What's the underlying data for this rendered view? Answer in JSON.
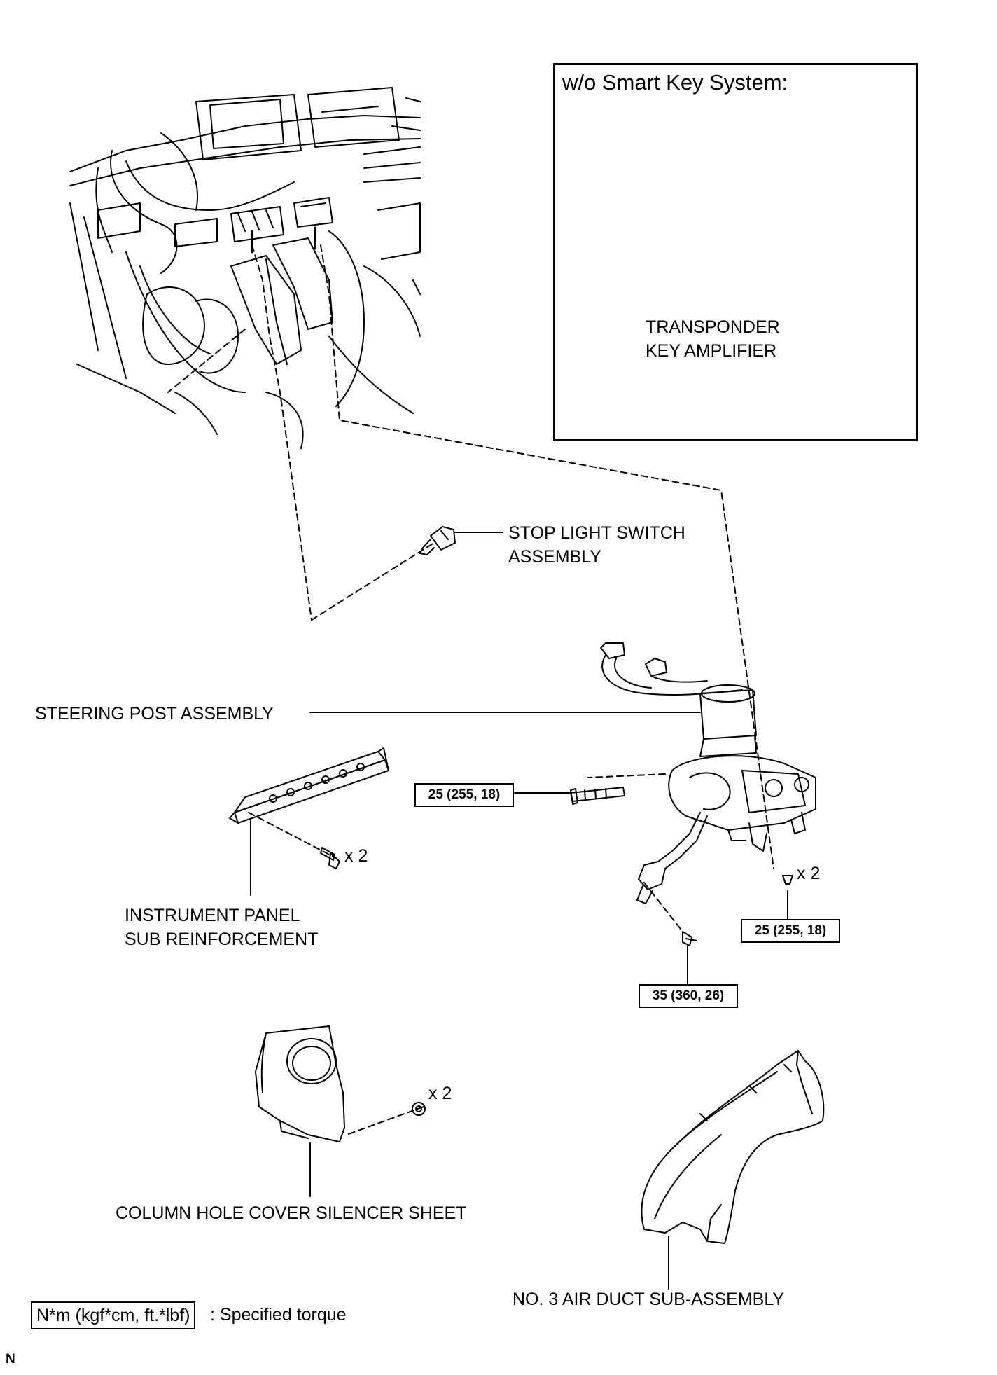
{
  "inset": {
    "title": "w/o Smart Key System:",
    "part_label_line1": "TRANSPONDER",
    "part_label_line2": "KEY AMPLIFIER"
  },
  "labels": {
    "stop_light_line1": "STOP LIGHT SWITCH",
    "stop_light_line2": "ASSEMBLY",
    "steering_post": "STEERING POST ASSEMBLY",
    "instrument_panel_line1": "INSTRUMENT PANEL",
    "instrument_panel_line2": "SUB REINFORCEMENT",
    "column_hole": "COLUMN HOLE COVER SILENCER SHEET",
    "air_duct": "NO. 3 AIR DUCT SUB-ASSEMBLY"
  },
  "quantities": {
    "reinforcement_bolt": "x 2",
    "post_nut": "x 2",
    "silencer_clip": "x 2"
  },
  "torques": {
    "post_bolt": "25 (255, 18)",
    "post_nut": "25 (255, 18)",
    "lower_bolt": "35 (360, 26)"
  },
  "legend": {
    "unit": "N*m (kgf*cm, ft.*lbf)",
    "text": ": Specified torque"
  },
  "corner_mark": "N"
}
